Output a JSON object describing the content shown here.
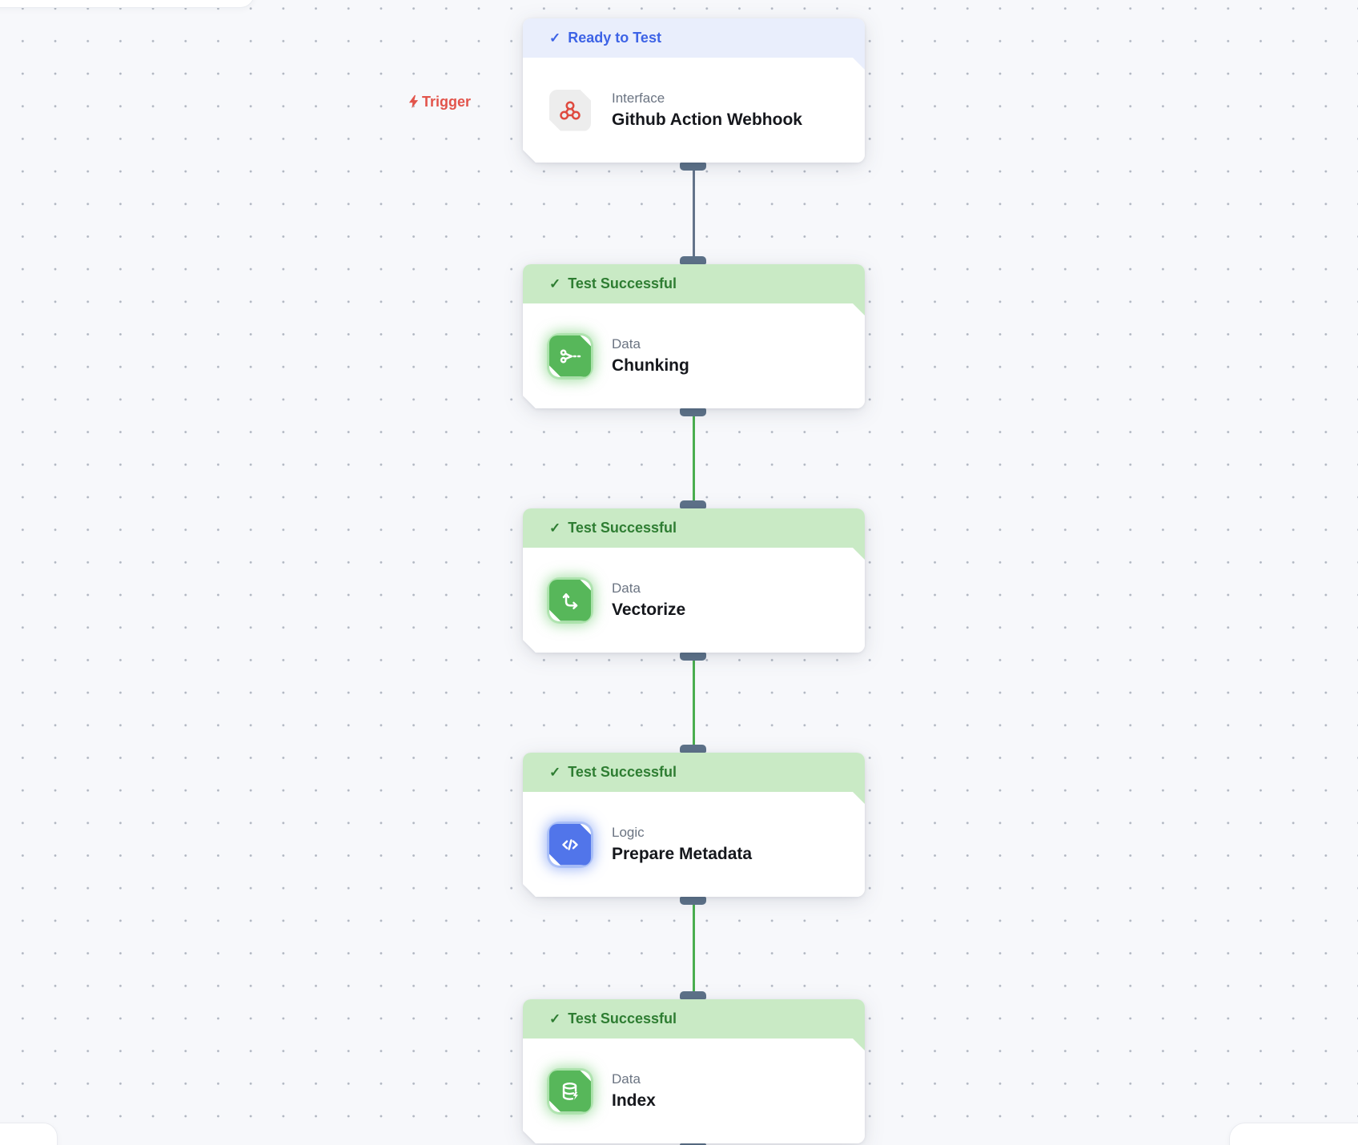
{
  "canvas": {
    "background": "#f7f8fb",
    "dot_color": "#b0b6c1"
  },
  "icons": {
    "check": "✓",
    "trigger_bolt": "lightning-bolt-icon"
  },
  "trigger": {
    "label": "Trigger",
    "color": "#e2544b"
  },
  "nodes": [
    {
      "status": "Ready to Test",
      "status_type": "ready",
      "category": "Interface",
      "title": "Github Action Webhook",
      "icon": "webhook-icon",
      "icon_bg": "#ededed",
      "icon_color": "#df4a3f",
      "header_bg": "#e9eefc",
      "header_color": "#3d63e6"
    },
    {
      "status": "Test Successful",
      "status_type": "success",
      "category": "Data",
      "title": "Chunking",
      "icon": "scissors-icon",
      "icon_bg": "#57b75a",
      "icon_color": "#ffffff",
      "header_bg": "#c9eac5",
      "header_color": "#2e7d32"
    },
    {
      "status": "Test Successful",
      "status_type": "success",
      "category": "Data",
      "title": "Vectorize",
      "icon": "vector-arrows-icon",
      "icon_bg": "#57b75a",
      "icon_color": "#ffffff",
      "header_bg": "#c9eac5",
      "header_color": "#2e7d32"
    },
    {
      "status": "Test Successful",
      "status_type": "success",
      "category": "Logic",
      "title": "Prepare Metadata",
      "icon": "code-icon",
      "icon_bg": "#5175ea",
      "icon_color": "#ffffff",
      "header_bg": "#c9eac5",
      "header_color": "#2e7d32"
    },
    {
      "status": "Test Successful",
      "status_type": "success",
      "category": "Data",
      "title": "Index",
      "icon": "database-bolt-icon",
      "icon_bg": "#57b75a",
      "icon_color": "#ffffff",
      "header_bg": "#c9eac5",
      "header_color": "#2e7d32"
    }
  ],
  "connections": [
    {
      "from": "Github Action Webhook",
      "to": "Chunking",
      "state": "pending",
      "color": "#64748b"
    },
    {
      "from": "Chunking",
      "to": "Vectorize",
      "state": "success",
      "color": "#4aae4f"
    },
    {
      "from": "Vectorize",
      "to": "Prepare Metadata",
      "state": "success",
      "color": "#4aae4f"
    },
    {
      "from": "Prepare Metadata",
      "to": "Index",
      "state": "success",
      "color": "#4aae4f"
    }
  ],
  "colors": {
    "handle": "#5d7289",
    "line_pending": "#64748b",
    "line_success": "#4aae4f"
  }
}
